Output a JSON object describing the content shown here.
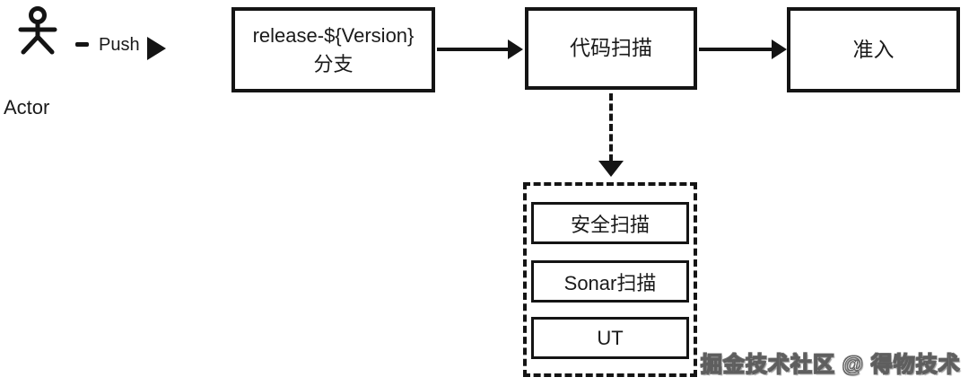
{
  "diagram": {
    "actor_label": "Actor",
    "push_label": "Push",
    "nodes": {
      "release_branch": "release-${Version}分支",
      "code_scan": "代码扫描",
      "admission": "准入"
    },
    "scan_group": [
      "安全扫描",
      "Sonar扫描",
      "UT"
    ],
    "watermark": "掘金技术社区 @ 得物技术",
    "colors": {
      "line": "#141414",
      "background": "#ffffff",
      "watermark_fill": "#ffffff",
      "watermark_outline": "#5e5e5e"
    }
  }
}
